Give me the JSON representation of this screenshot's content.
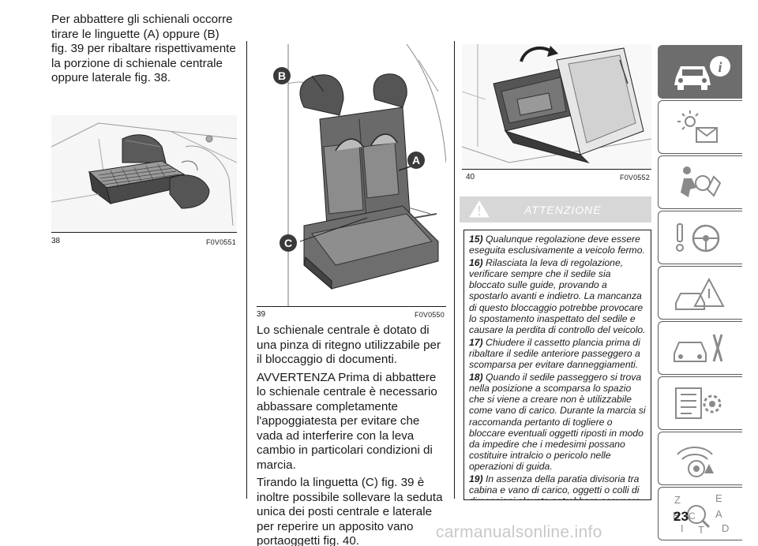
{
  "column1": {
    "intro": "Per abbattere gli schienali occorre tirare le linguette (A) oppure (B) fig. 39 per ribaltare rispettivamente la porzione di schienale centrale oppure laterale fig. 38."
  },
  "figures": {
    "fig38": {
      "number": "38",
      "code": "F0V0551"
    },
    "fig39": {
      "number": "39",
      "code": "F0V0550",
      "label_a": "A",
      "label_b": "B",
      "label_c": "C"
    },
    "fig40": {
      "number": "40",
      "code": "F0V0552"
    }
  },
  "column2": {
    "p1": "Lo schienale centrale è dotato di una pinza di ritegno utilizzabile per il bloccaggio di documenti.",
    "p2": "AVVERTENZA Prima di abbattere lo schienale centrale è necessario abbassare completamente l'appoggiatesta per evitare che vada ad interferire con la leva cambio in particolari condizioni di marcia.",
    "p3": "Tirando la linguetta (C) fig. 39 è inoltre possibile sollevare la seduta unica dei posti centrale e laterale per reperire un apposito vano portaoggetti fig. 40."
  },
  "warning": {
    "title": "ATTENZIONE",
    "items": [
      {
        "num": "15)",
        "text": "Qualunque regolazione deve essere eseguita esclusivamente a veicolo fermo."
      },
      {
        "num": "16)",
        "text": "Rilasciata la leva di regolazione, verificare sempre che il sedile sia bloccato sulle guide, provando a spostarlo avanti e indietro. La mancanza di questo bloccaggio potrebbe provocare lo spostamento inaspettato del sedile e causare la perdita di controllo del veicolo."
      },
      {
        "num": "17)",
        "text": "Chiudere il cassetto plancia prima di ribaltare il sedile anteriore passeggero a scomparsa per evitare danneggiamenti."
      },
      {
        "num": "18)",
        "text": "Quando il sedile passeggero si trova nella posizione a scomparsa lo spazio che si viene a creare non è utilizzabile come vano di carico. Durante la marcia si raccomanda pertanto di togliere o bloccare eventuali oggetti riposti in modo da impedire che i medesimi possano costituire intralcio o pericolo nelle operazioni di guida."
      },
      {
        "num": "19)",
        "text": "In assenza della paratia divisoria tra cabina e vano di carico, oggetti o colli di dimensioni elevate potrebbero occupare"
      }
    ]
  },
  "side_tabs": {
    "icons": [
      "car-info-icon",
      "warning-lights-icon",
      "safety-airbag-icon",
      "starting-driving-icon",
      "emergency-icon",
      "maintenance-icon",
      "technical-data-icon",
      "multimedia-icon",
      "index-icon"
    ],
    "index_letters": [
      "Z",
      "E",
      "B",
      "A",
      "I",
      "C",
      "T",
      "D"
    ]
  },
  "page": {
    "number": "23",
    "watermark": "carmanualsonline.info"
  },
  "colors": {
    "tab_active": "#6d6d6d",
    "tab_border": "#5c5c5c",
    "warning_header": "#d7d7d7"
  }
}
